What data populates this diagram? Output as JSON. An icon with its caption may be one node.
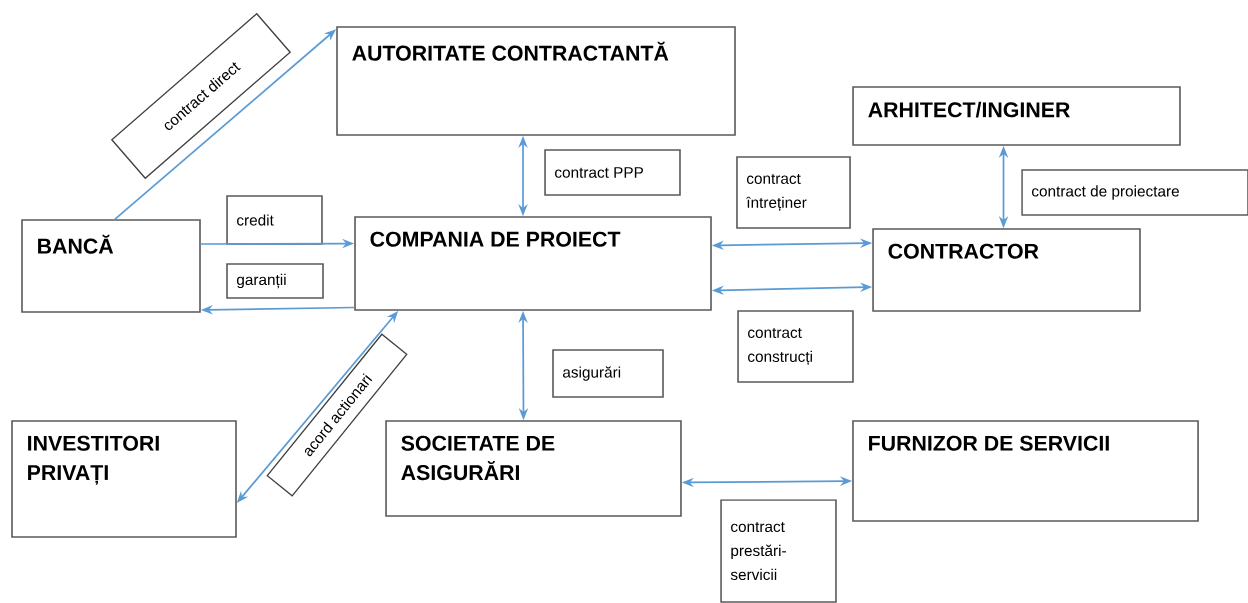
{
  "diagram": {
    "nodes": [
      {
        "text": [
          "AUTORITATE CONTRACTANTĂ"
        ]
      },
      {
        "text": [
          "contract direct"
        ]
      },
      {
        "text": [
          "ARHITECT/INGINER"
        ]
      },
      {
        "text": [
          "contract PPP"
        ]
      },
      {
        "text": [
          "contract întreținer"
        ]
      },
      {
        "text": [
          "contract de proiectare"
        ]
      },
      {
        "text": [
          "credit"
        ]
      },
      {
        "text": [
          "BANCĂ"
        ]
      },
      {
        "text": [
          "COMPANIA DE PROIECT"
        ]
      },
      {
        "text": [
          "CONTRACTOR"
        ]
      },
      {
        "text": [
          "garanții"
        ]
      },
      {
        "text": [
          "contract construcți"
        ]
      },
      {
        "text": [
          "asigurări"
        ]
      },
      {
        "text": [
          "acord actionari"
        ]
      },
      {
        "text": [
          "INVESTITORI PRIVAȚI"
        ]
      },
      {
        "text": [
          "SOCIETATE DE ASIGURĂRI"
        ]
      },
      {
        "text": [
          "FURNIZOR DE SERVICII"
        ]
      },
      {
        "text": [
          "contract prestări-servicii"
        ]
      }
    ],
    "edges": [
      {
        "from": 7,
        "to": 0,
        "arrow": "to"
      },
      {
        "from": 0,
        "to": 8,
        "arrow": "both"
      },
      {
        "from": 7,
        "to": 8,
        "arrow": "to"
      },
      {
        "from": 8,
        "to": 7,
        "arrow": "to"
      },
      {
        "from": 8,
        "to": 9,
        "arrow": "both"
      },
      {
        "from": 8,
        "to": 9,
        "arrow": "both"
      },
      {
        "from": 2,
        "to": 9,
        "arrow": "both"
      },
      {
        "from": 8,
        "to": 15,
        "arrow": "both"
      },
      {
        "from": 14,
        "to": 8,
        "arrow": "both"
      },
      {
        "from": 15,
        "to": 16,
        "arrow": "both"
      }
    ]
  }
}
